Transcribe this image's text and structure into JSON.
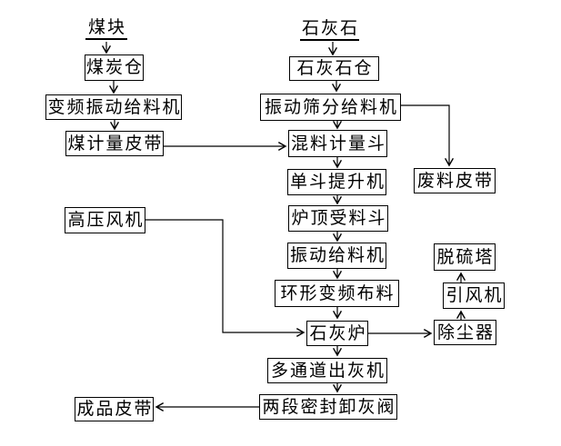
{
  "diagram": {
    "type": "flowchart",
    "language": "zh-CN",
    "colors": {
      "background": "#ffffff",
      "line": "#000000",
      "box_border": "#000000",
      "text": "#000000"
    },
    "nodes": {
      "coal_title": {
        "label": "煤块",
        "shape": "underlined-text"
      },
      "coal_bunker": {
        "label": "煤炭仓",
        "shape": "box"
      },
      "vf_feeder": {
        "label": "变频振动给料机",
        "shape": "box"
      },
      "coal_belt": {
        "label": "煤计量皮带",
        "shape": "box"
      },
      "limestone_title": {
        "label": "石灰石",
        "shape": "underlined-text"
      },
      "limestone_bunker": {
        "label": "石灰石仓",
        "shape": "box"
      },
      "screen_feeder": {
        "label": "振动筛分给料机",
        "shape": "box"
      },
      "mix_hopper": {
        "label": "混料计量斗",
        "shape": "box"
      },
      "hoist": {
        "label": "单斗提升机",
        "shape": "box"
      },
      "top_hopper": {
        "label": "炉顶受料斗",
        "shape": "box"
      },
      "vib_feeder": {
        "label": "振动给料机",
        "shape": "box"
      },
      "ring_distributor": {
        "label": "环形变频布料",
        "shape": "box"
      },
      "lime_kiln": {
        "label": "石灰炉",
        "shape": "box"
      },
      "ash_discharger": {
        "label": "多通道出灰机",
        "shape": "box"
      },
      "ash_valve": {
        "label": "两段密封卸灰阀",
        "shape": "box"
      },
      "waste_belt": {
        "label": "废料皮带",
        "shape": "box"
      },
      "desulf_tower": {
        "label": "脱硫塔",
        "shape": "box"
      },
      "id_fan": {
        "label": "引风机",
        "shape": "box"
      },
      "dust_collector": {
        "label": "除尘器",
        "shape": "box"
      },
      "hp_fan": {
        "label": "高压风机",
        "shape": "box"
      },
      "product_belt": {
        "label": "成品皮带",
        "shape": "box"
      }
    },
    "edges": [
      {
        "from": "coal_title",
        "to": "coal_bunker"
      },
      {
        "from": "coal_bunker",
        "to": "vf_feeder"
      },
      {
        "from": "vf_feeder",
        "to": "coal_belt"
      },
      {
        "from": "coal_belt",
        "to": "mix_hopper"
      },
      {
        "from": "limestone_title",
        "to": "limestone_bunker"
      },
      {
        "from": "limestone_bunker",
        "to": "screen_feeder"
      },
      {
        "from": "screen_feeder",
        "to": "mix_hopper"
      },
      {
        "from": "screen_feeder",
        "to": "waste_belt"
      },
      {
        "from": "mix_hopper",
        "to": "hoist"
      },
      {
        "from": "hoist",
        "to": "top_hopper"
      },
      {
        "from": "top_hopper",
        "to": "vib_feeder"
      },
      {
        "from": "vib_feeder",
        "to": "ring_distributor"
      },
      {
        "from": "ring_distributor",
        "to": "lime_kiln"
      },
      {
        "from": "hp_fan",
        "to": "lime_kiln"
      },
      {
        "from": "lime_kiln",
        "to": "dust_collector"
      },
      {
        "from": "dust_collector",
        "to": "id_fan"
      },
      {
        "from": "id_fan",
        "to": "desulf_tower"
      },
      {
        "from": "lime_kiln",
        "to": "ash_discharger"
      },
      {
        "from": "ash_discharger",
        "to": "ash_valve"
      },
      {
        "from": "ash_valve",
        "to": "product_belt"
      }
    ]
  }
}
